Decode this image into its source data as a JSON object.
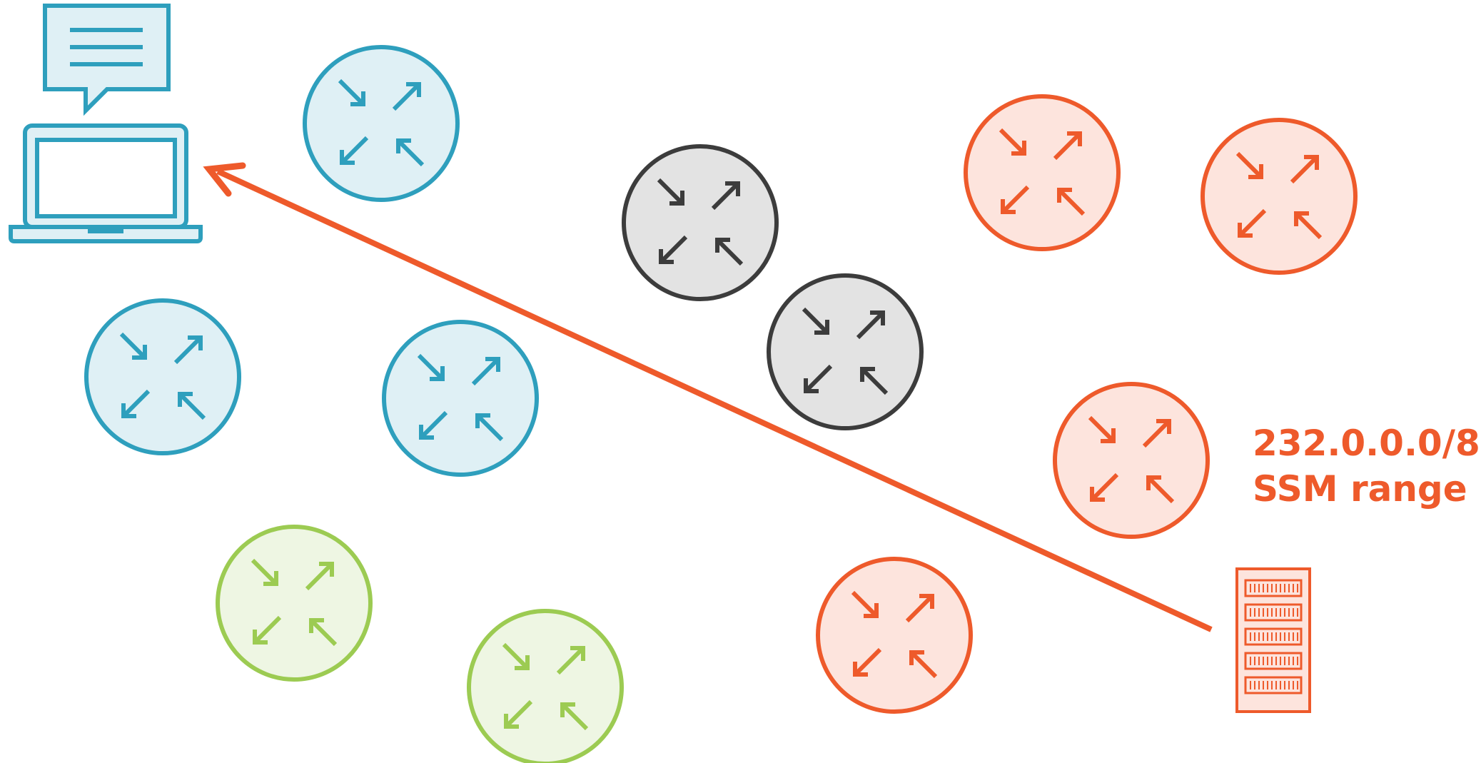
{
  "colors": {
    "blue_stroke": "#2e9fbd",
    "blue_fill": "#dff0f5",
    "gray_stroke": "#3c3c3c",
    "gray_fill": "#e3e3e3",
    "orange_stroke": "#ee5a2b",
    "orange_fill": "#fde4dd",
    "green_stroke": "#9ccb52",
    "green_fill": "#eef6e3",
    "arrow": "#ee5a2b",
    "label": "#ee5a2b"
  },
  "label": {
    "line1": "232.0.0.0/8",
    "line2": "SSM range"
  },
  "routers": [
    {
      "group": "blue"
    },
    {
      "group": "blue"
    },
    {
      "group": "blue"
    },
    {
      "group": "gray"
    },
    {
      "group": "gray"
    },
    {
      "group": "orange"
    },
    {
      "group": "orange"
    },
    {
      "group": "orange"
    },
    {
      "group": "orange"
    },
    {
      "group": "green"
    },
    {
      "group": "green"
    }
  ],
  "icons": {
    "client": "laptop-with-chat-bubble-icon",
    "source": "server-rack-icon",
    "router": "router-icon"
  }
}
